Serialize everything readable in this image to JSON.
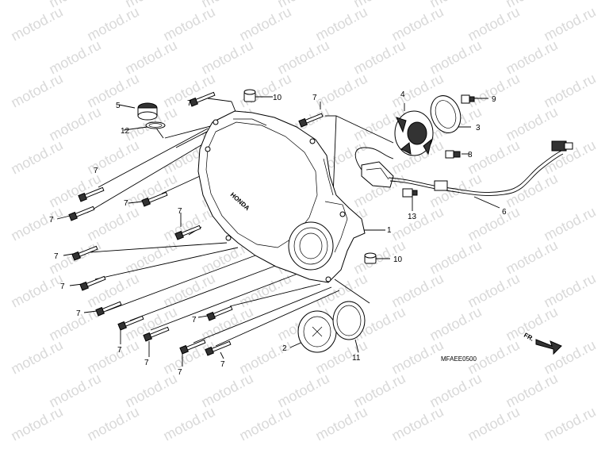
{
  "watermark": "motod.ru",
  "diagram_code": "MFAEE0500",
  "direction_label": "FR.",
  "callouts": [
    "1",
    "2",
    "3",
    "4",
    "5",
    "6",
    "7",
    "8",
    "9",
    "10",
    "11",
    "12",
    "13"
  ]
}
